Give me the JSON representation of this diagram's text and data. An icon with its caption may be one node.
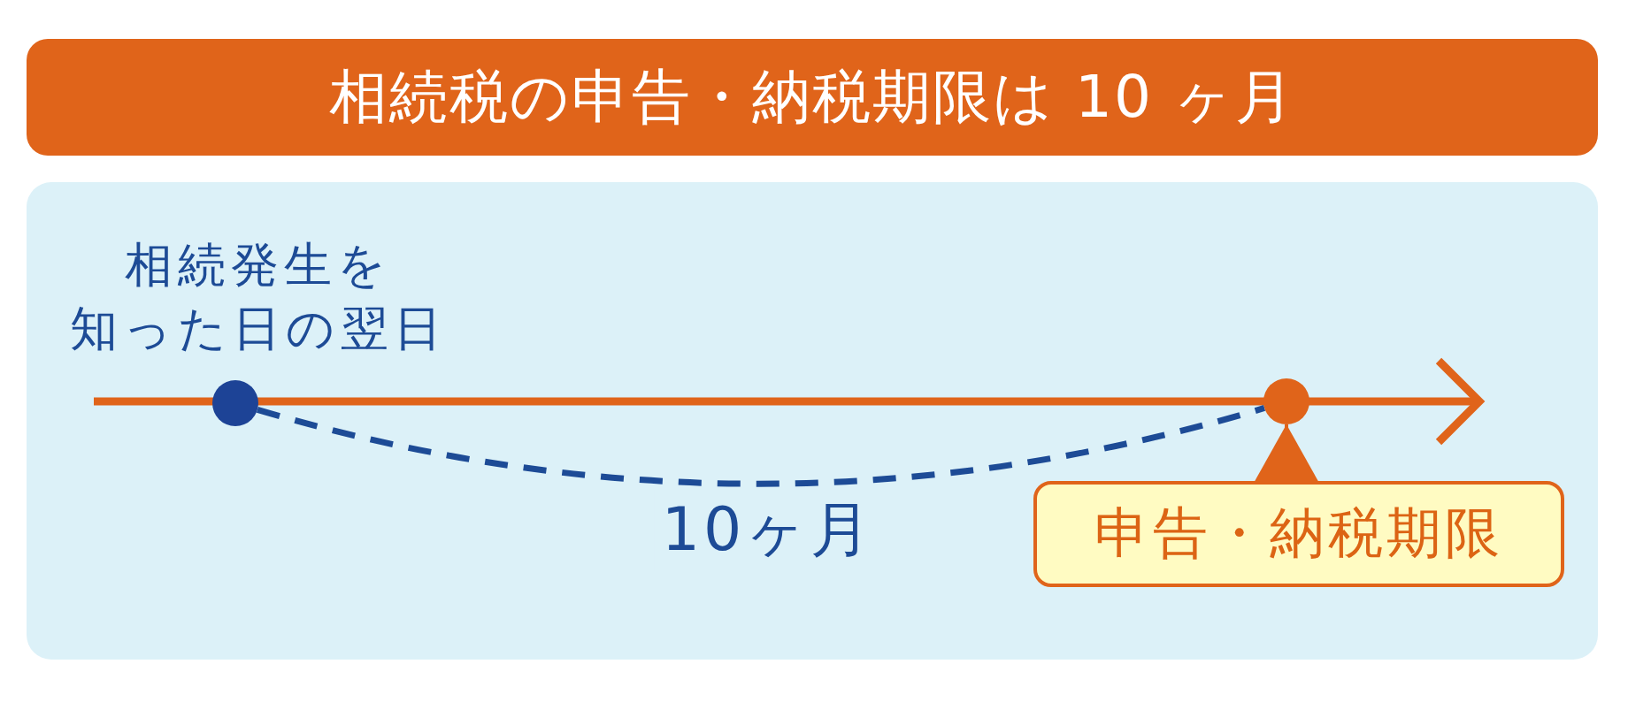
{
  "diagram": {
    "title": "相続税の申告・納税期限は 10 ヶ月",
    "nodes": [
      {
        "text": [],
        "shape": "circle",
        "beside": [
          "相続発生を知った日の翌日"
        ]
      },
      {
        "text": [],
        "shape": "circle"
      },
      {
        "text": [
          "申告・納税期限"
        ]
      }
    ],
    "edges": [
      {
        "from": 0,
        "to": 1,
        "arrow": "none",
        "label": "10ヶ月",
        "style": "dashed",
        "color": "#1d4b96"
      },
      {
        "from": 2,
        "to": 1,
        "arrow": "to",
        "color": "#e0641a"
      }
    ]
  }
}
